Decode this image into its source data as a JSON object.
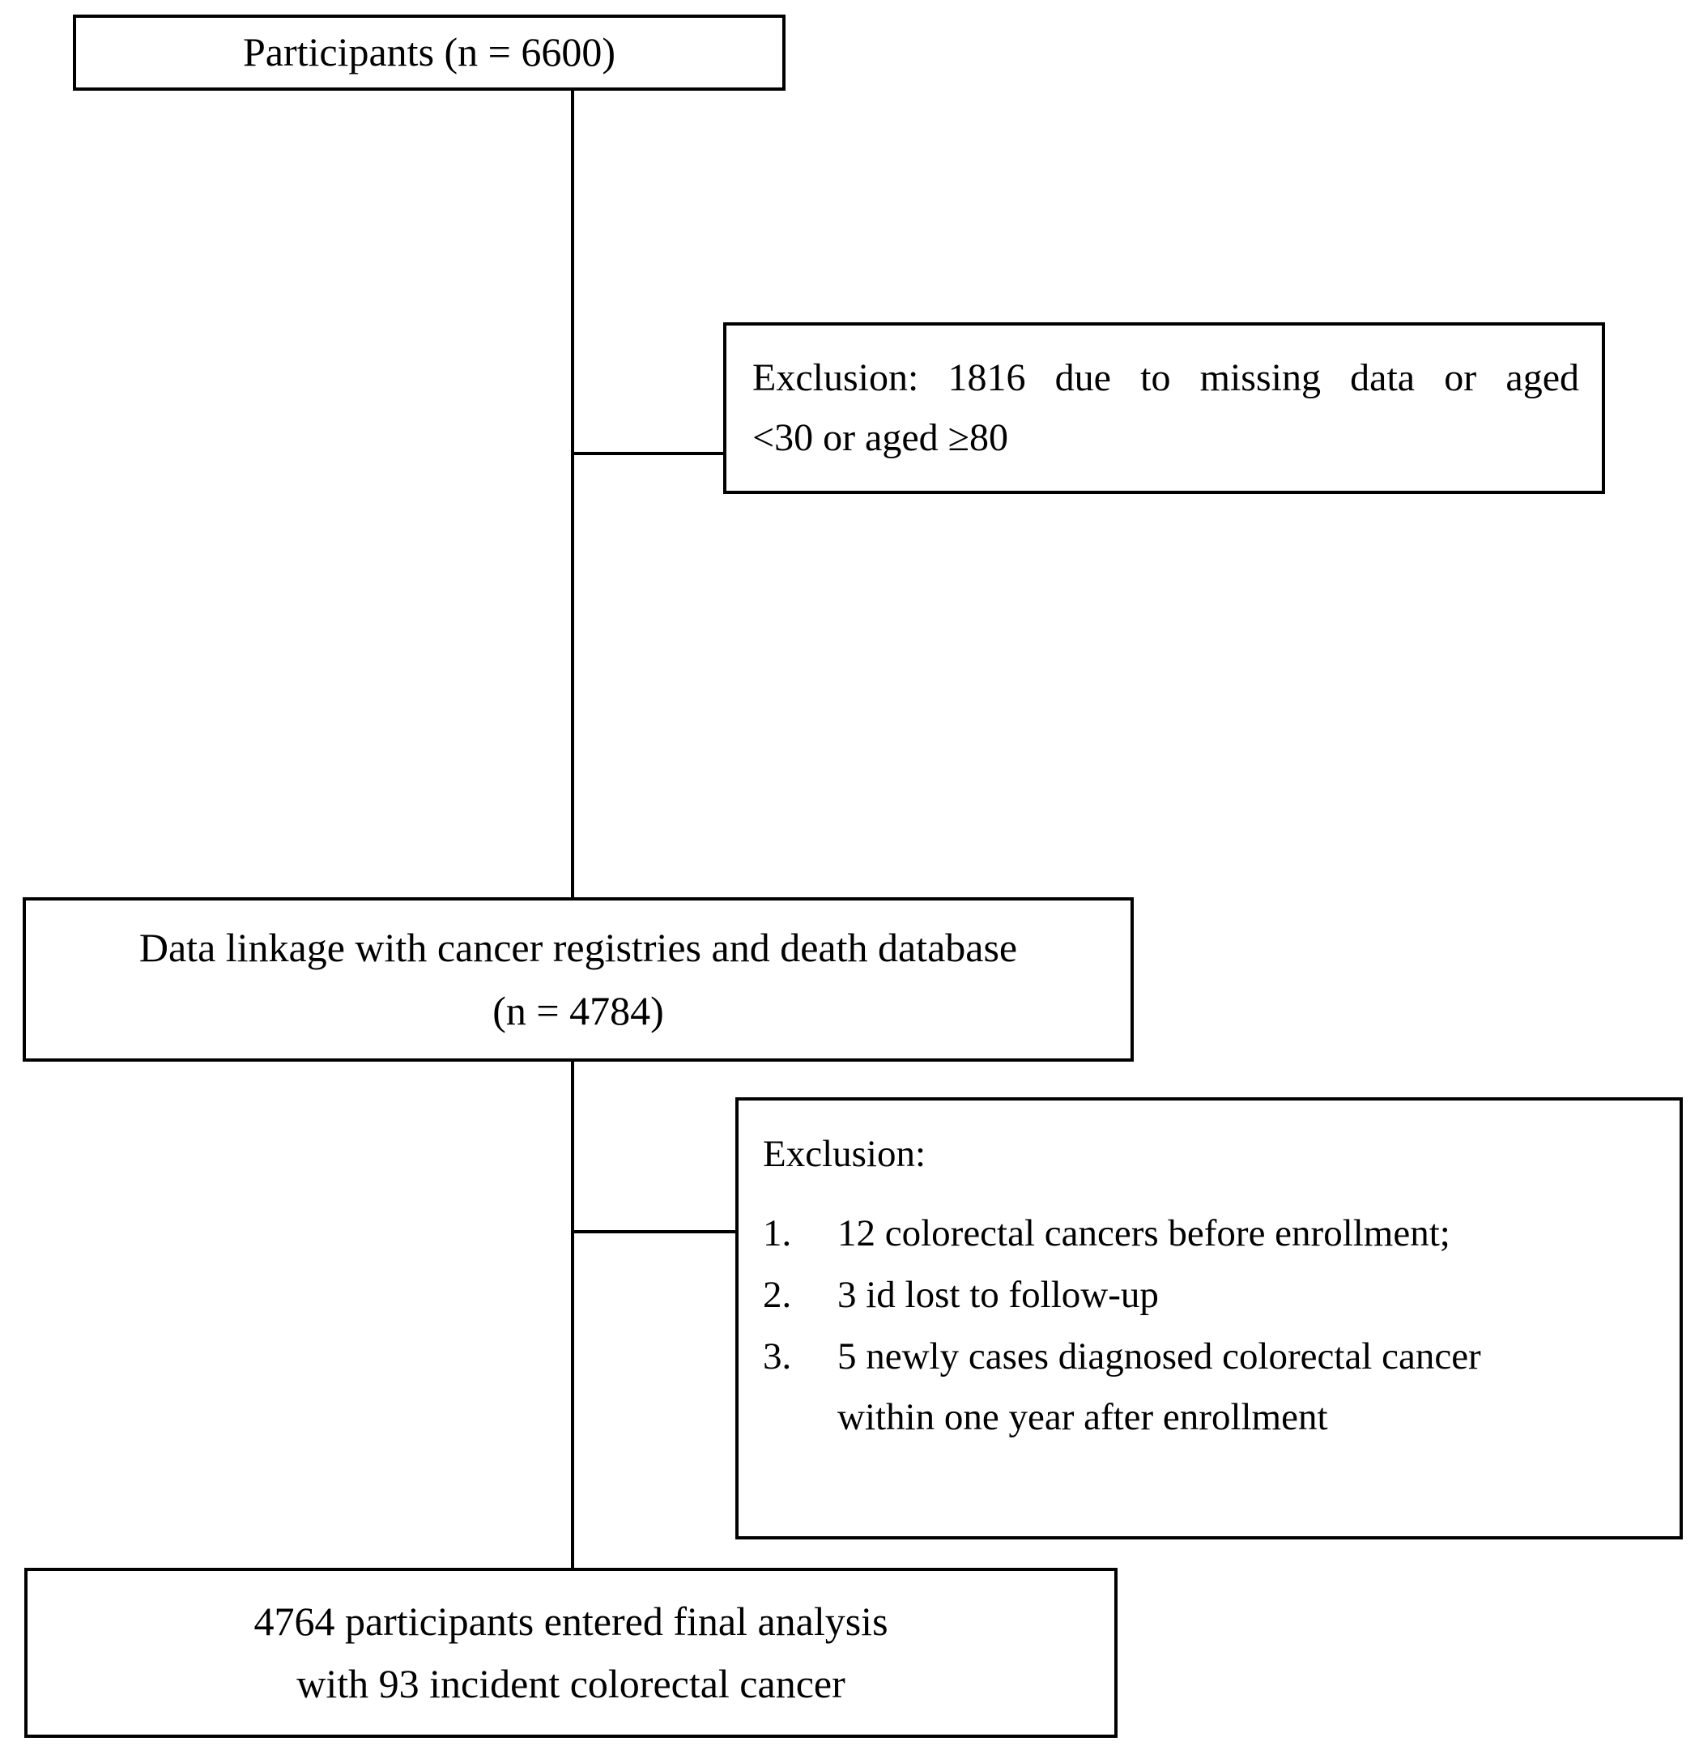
{
  "figure": {
    "type": "participant-flow-diagram",
    "stroke_color": "#000000",
    "background_color": "#ffffff"
  },
  "nodes": {
    "participants": {
      "label": "Participants (n = 6600)"
    },
    "exclusion_1": {
      "line_1": "Exclusion: 1816 due to missing data or aged",
      "line_2": "<30 or aged ≥80"
    },
    "data_linkage": {
      "line_1": "Data linkage with cancer registries and death database",
      "line_2": "(n = 4784)"
    },
    "exclusion_2": {
      "heading": "Exclusion:",
      "items": [
        {
          "number": "1.",
          "text": "12 colorectal cancers before enrollment;",
          "continuation": ""
        },
        {
          "number": "2.",
          "text": "3 id lost to follow-up",
          "continuation": ""
        },
        {
          "number": "3.",
          "text": "5 newly cases diagnosed colorectal cancer",
          "continuation": "within one year after enrollment"
        }
      ]
    },
    "final_analysis": {
      "line_1": "4764 participants entered final analysis",
      "line_2": "with 93 incident colorectal cancer"
    }
  }
}
